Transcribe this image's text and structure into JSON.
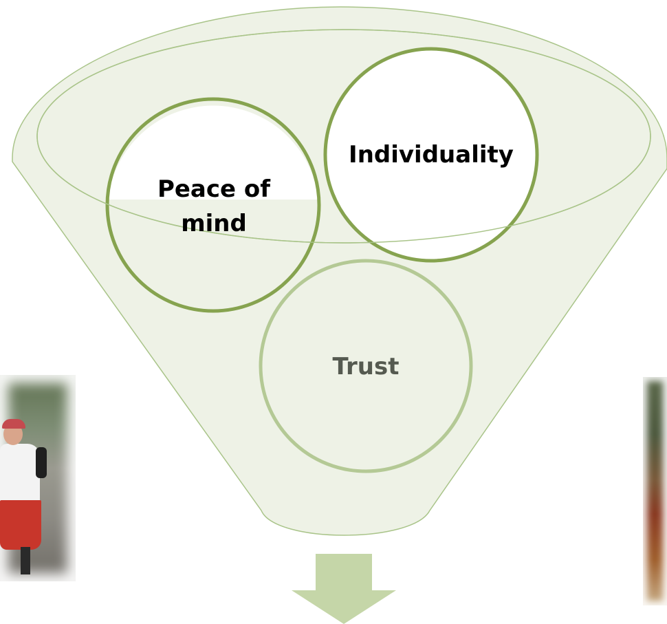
{
  "diagram": {
    "circles": [
      {
        "id": "peace-of-mind",
        "lines": [
          "Peace of",
          "mind"
        ]
      },
      {
        "id": "individuality",
        "lines": [
          "Individuality"
        ]
      },
      {
        "id": "trust",
        "lines": [
          "Trust"
        ]
      }
    ]
  },
  "colors": {
    "funnel_fill": "#eef2e6",
    "funnel_stroke": "#a9c489",
    "ring_dark": "#86a34f",
    "ring_light": "#b4c995",
    "arrow": "#c5d6a8",
    "text_dark": "#000000",
    "text_muted": "#555a50"
  }
}
